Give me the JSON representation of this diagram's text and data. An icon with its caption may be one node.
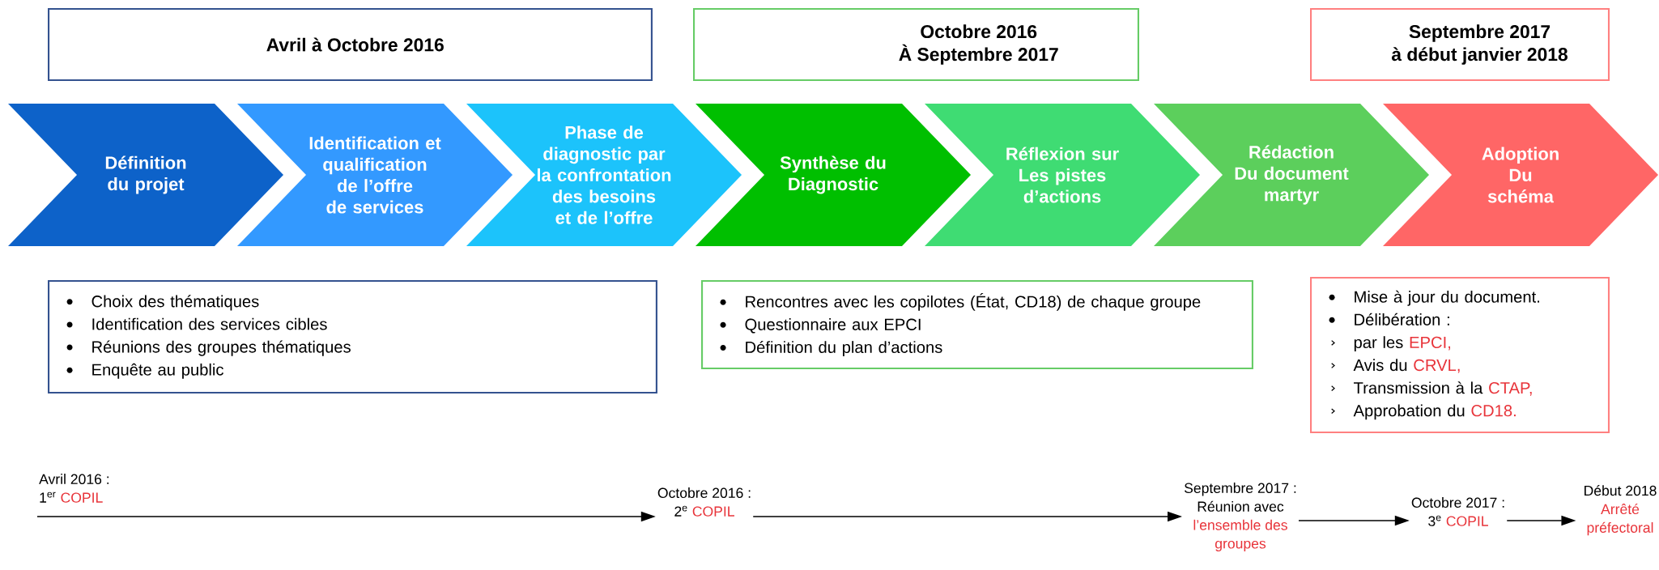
{
  "diagram": {
    "nodes": [
      {
        "text": [
          "Avril à Octobre  2016"
        ]
      },
      {
        "text": [
          "Octobre 2016 À Septembre 2017"
        ]
      },
      {
        "text": [
          "Septembre 2017 à début janvier 2018"
        ]
      },
      {
        "text": [
          "Définition du projet"
        ]
      },
      {
        "text": [
          "Identification et qualification de l’offre de services"
        ]
      },
      {
        "text": [
          "Phase de diagnostic par la confrontation des besoins et de l’offre"
        ]
      },
      {
        "text": [
          "Synthèse du Diagnostic"
        ]
      },
      {
        "text": [
          "Réflexion sur Les pistes d’actions"
        ]
      },
      {
        "text": [
          "Rédaction Du document martyr"
        ]
      },
      {
        "text": [
          "Adoption Du schéma"
        ]
      },
      {
        "text": [
          "Choix des thématiques",
          "Identification des services cibles",
          "Réunions des groupes thématiques",
          "Enquête au public"
        ]
      },
      {
        "text": [
          "Rencontres avec les copilotes (État, CD18) de chaque groupe",
          "Questionnaire aux EPCI",
          "Définition du plan d’actions"
        ]
      },
      {
        "text": [
          "Mise à jour du document.",
          "Délibération :",
          "par les",
          "EPCI,",
          "Avis du",
          "CRVL,",
          "Transmission à la",
          "CTAP,",
          "Approbation du",
          "CD18."
        ]
      },
      {
        "text": [
          "Avril 2016 :",
          "1$^{er}$",
          "COPIL"
        ]
      },
      {
        "text": [
          "Octobre 2016 :",
          "2$^{e}$",
          "COPIL"
        ]
      },
      {
        "text": [
          "Septembre 2017 :",
          "Réunion avec",
          "l’ensemble des groupes"
        ]
      },
      {
        "text": [
          "Octobre 2017 :",
          "3$^{e}$",
          "COPIL"
        ]
      },
      {
        "text": [
          "Début 2018",
          "Arrêté préfectoral"
        ]
      }
    ],
    "edges": [
      {
        "from": 13,
        "to": 14,
        "arrow": "to"
      },
      {
        "from": 14,
        "to": 15,
        "arrow": "to"
      },
      {
        "from": 15,
        "to": 16,
        "arrow": "to"
      },
      {
        "from": 16,
        "to": 17,
        "arrow": "to"
      }
    ]
  }
}
